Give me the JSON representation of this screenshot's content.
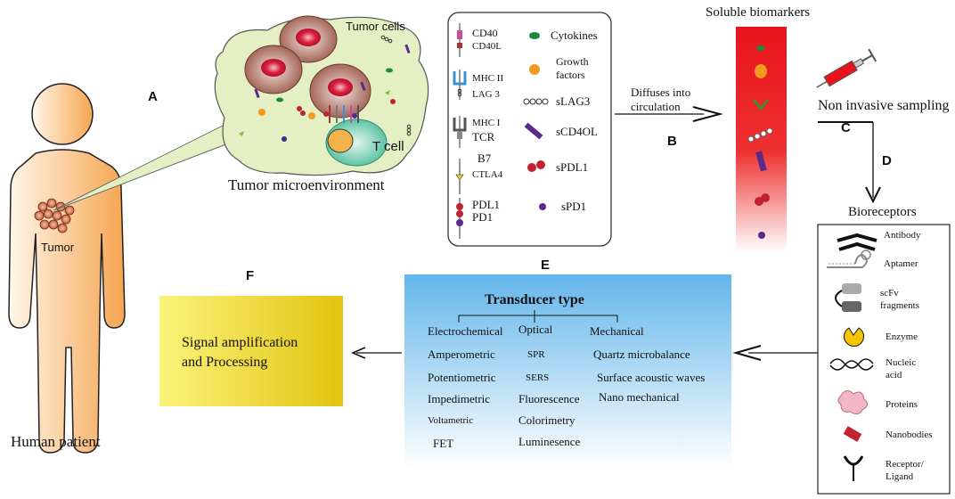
{
  "labels": {
    "A": "A",
    "B": "B",
    "C": "C",
    "D": "D",
    "E": "E",
    "F": "F"
  },
  "patient": {
    "tumor": "Tumor",
    "caption": "Human patient"
  },
  "microenvironment": {
    "tumor_cells": "Tumor cells",
    "t_cell": "T cell",
    "caption": "Tumor microenvironment"
  },
  "legend": {
    "receptors": [
      {
        "top": "CD40",
        "bottom": "CD40L"
      },
      {
        "top": "MHC II",
        "bottom": "LAG 3"
      },
      {
        "top": "MHC I",
        "bottom": "TCR"
      },
      {
        "top": "B7",
        "bottom": "CTLA4"
      },
      {
        "top": "PDL1",
        "bottom": "PD1"
      }
    ],
    "soluble": [
      "Cytokines",
      "Growth factors",
      "sLAG3",
      "sCD4OL",
      "sPDL1",
      "sPD1"
    ]
  },
  "circulation": {
    "line1": "Diffuses into",
    "line2": "circulation"
  },
  "soluble_biomarkers": "Soluble biomarkers",
  "sampling": "Non invasive sampling",
  "bioreceptors": {
    "title": "Bioreceptors",
    "items": [
      "Antibody",
      "Aptamer",
      "scFv fragments",
      "Enzyme",
      "Nucleic acid",
      "Proteins",
      "Nanobodies",
      "Receptor/ Ligand"
    ]
  },
  "transducer": {
    "title": "Transducer type",
    "columns": [
      {
        "head": "Electrochemical",
        "items": [
          "Amperometric",
          "Potentiometric",
          "Impedimetric",
          "Voltametric",
          "FET"
        ]
      },
      {
        "head": "Optical",
        "items": [
          "SPR",
          "SERS",
          "Fluorescence",
          "Colorimetry",
          "Luminesence"
        ]
      },
      {
        "head": "Mechanical",
        "items": [
          "Quartz microbalance",
          "Surface acoustic waves",
          "Nano mechanical"
        ]
      }
    ]
  },
  "signal": {
    "line1": "Signal amplification",
    "line2": "and Processing"
  },
  "colors": {
    "blood": "#e8141c",
    "skin": "#f6a550",
    "tme": "#e5efc4",
    "transducer_top": "#63b6ea",
    "signal": "#e9d02c"
  }
}
